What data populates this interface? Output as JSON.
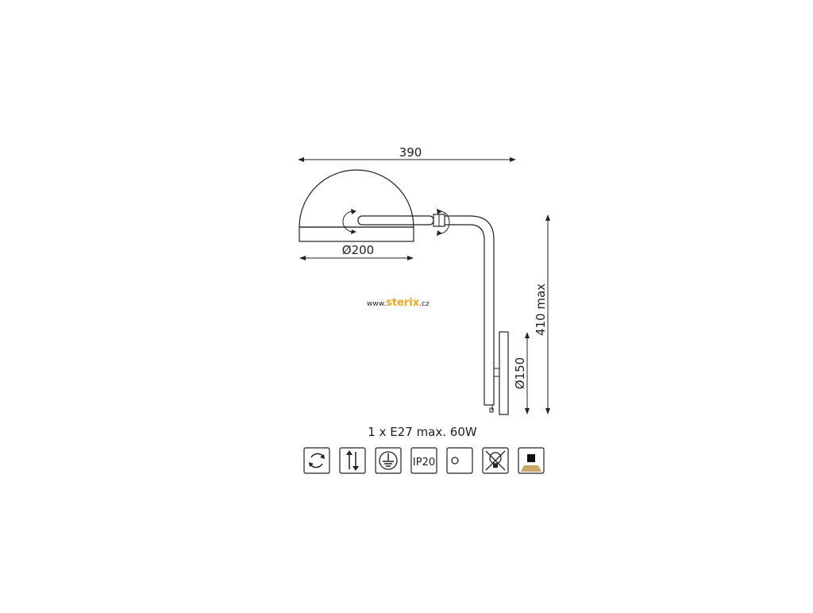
{
  "drawing": {
    "width_label": "390",
    "shade_diameter_label": "Ø200",
    "height_label": "410 max",
    "base_diameter_label": "Ø150"
  },
  "watermark": {
    "prefix": "www.",
    "brand": "sterix",
    "suffix": ".cz"
  },
  "spec": "1 x E27 max. 60W",
  "icons": [
    {
      "name": "rotatable-icon"
    },
    {
      "name": "adjustable-height-icon"
    },
    {
      "name": "earth-ground-icon"
    },
    {
      "name": "ip20-icon",
      "text": "IP20"
    },
    {
      "name": "switch-icon"
    },
    {
      "name": "no-halogen-bulb-icon"
    },
    {
      "name": "color-finish-icon",
      "colors": [
        "#111111",
        "#c9a86a"
      ]
    }
  ]
}
